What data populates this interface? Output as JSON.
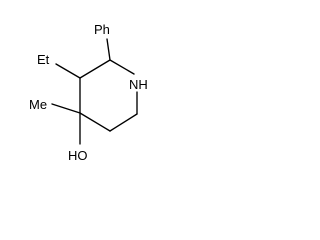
{
  "structure": {
    "labels": {
      "nitrogen": "NH",
      "hydroxyl": "HO",
      "ethyl": "Et",
      "methyl": "Me",
      "phenyl": "Ph"
    },
    "colors": {
      "bond": "#000000",
      "text": "#000000",
      "background": "#ffffff"
    }
  }
}
